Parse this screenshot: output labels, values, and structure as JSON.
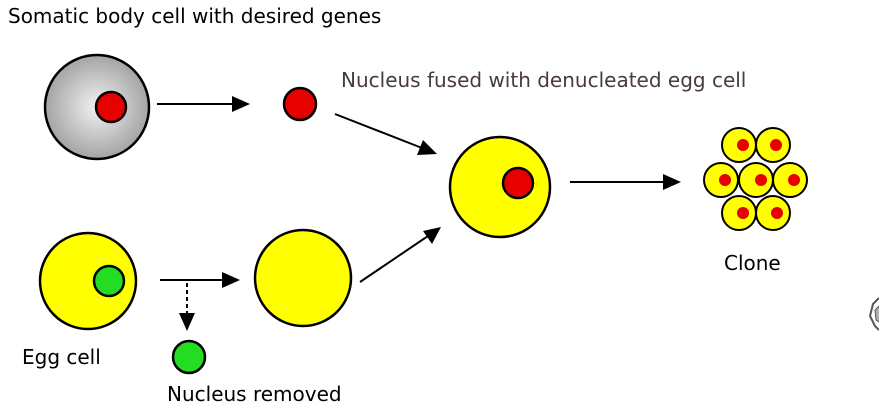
{
  "labels": {
    "title": "Somatic body cell with desired genes",
    "fused": "Nucleus fused with denucleated egg cell",
    "clone": "Clone",
    "egg_cell": "Egg cell",
    "nucleus_removed": "Nucleus removed"
  },
  "colors": {
    "somatic_cell_center": "#f2f2f2",
    "somatic_cell_edge": "#9c9c9c",
    "nucleus_red": "#e60000",
    "egg_yellow": "#ffff00",
    "nucleus_green": "#22dd22",
    "outline": "#000000",
    "fused_label_text": "#4a3b3b"
  }
}
